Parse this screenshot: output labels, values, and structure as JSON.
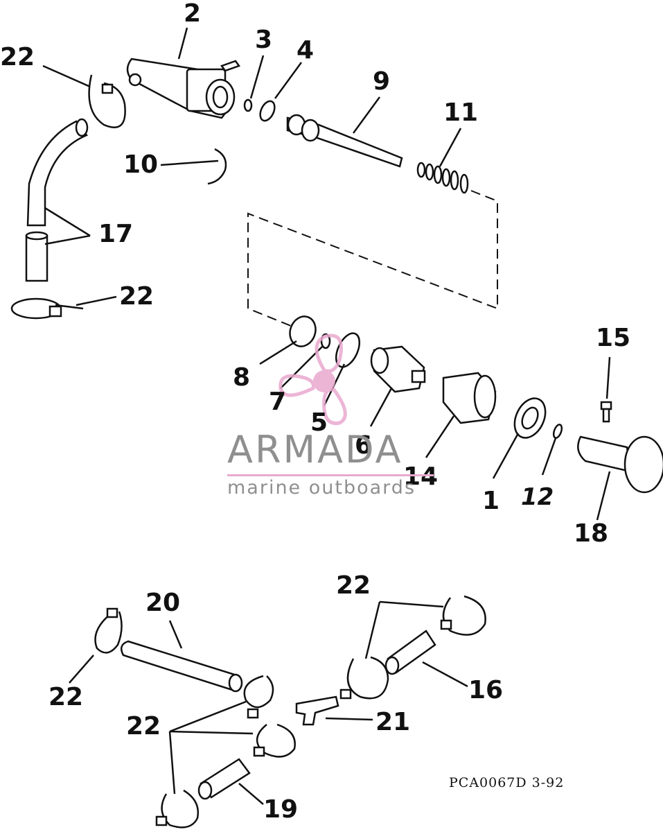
{
  "diagram": {
    "callouts": [
      {
        "id": "c1",
        "text": "1"
      },
      {
        "id": "c2",
        "text": "2"
      },
      {
        "id": "c3",
        "text": "3"
      },
      {
        "id": "c4",
        "text": "4"
      },
      {
        "id": "c5",
        "text": "5"
      },
      {
        "id": "c6",
        "text": "6"
      },
      {
        "id": "c7",
        "text": "7"
      },
      {
        "id": "c8",
        "text": "8"
      },
      {
        "id": "c9",
        "text": "9"
      },
      {
        "id": "c10",
        "text": "10"
      },
      {
        "id": "c11",
        "text": "11"
      },
      {
        "id": "c12",
        "text": "12"
      },
      {
        "id": "c14",
        "text": "14"
      },
      {
        "id": "c15",
        "text": "15"
      },
      {
        "id": "c16",
        "text": "16"
      },
      {
        "id": "c17",
        "text": "17"
      },
      {
        "id": "c18",
        "text": "18"
      },
      {
        "id": "c19",
        "text": "19"
      },
      {
        "id": "c20",
        "text": "20"
      },
      {
        "id": "c21",
        "text": "21"
      },
      {
        "id": "c22a",
        "text": "22"
      },
      {
        "id": "c22b",
        "text": "22"
      },
      {
        "id": "c22c",
        "text": "22"
      },
      {
        "id": "c22d",
        "text": "22"
      },
      {
        "id": "c22e",
        "text": "22"
      }
    ],
    "caption": "PCA0067D   3-92"
  },
  "watermark": {
    "brand": "ARMADA",
    "tagline": "marine outboards",
    "accent_color": "#e9a9cf",
    "text_color": "#8f8f8f"
  }
}
